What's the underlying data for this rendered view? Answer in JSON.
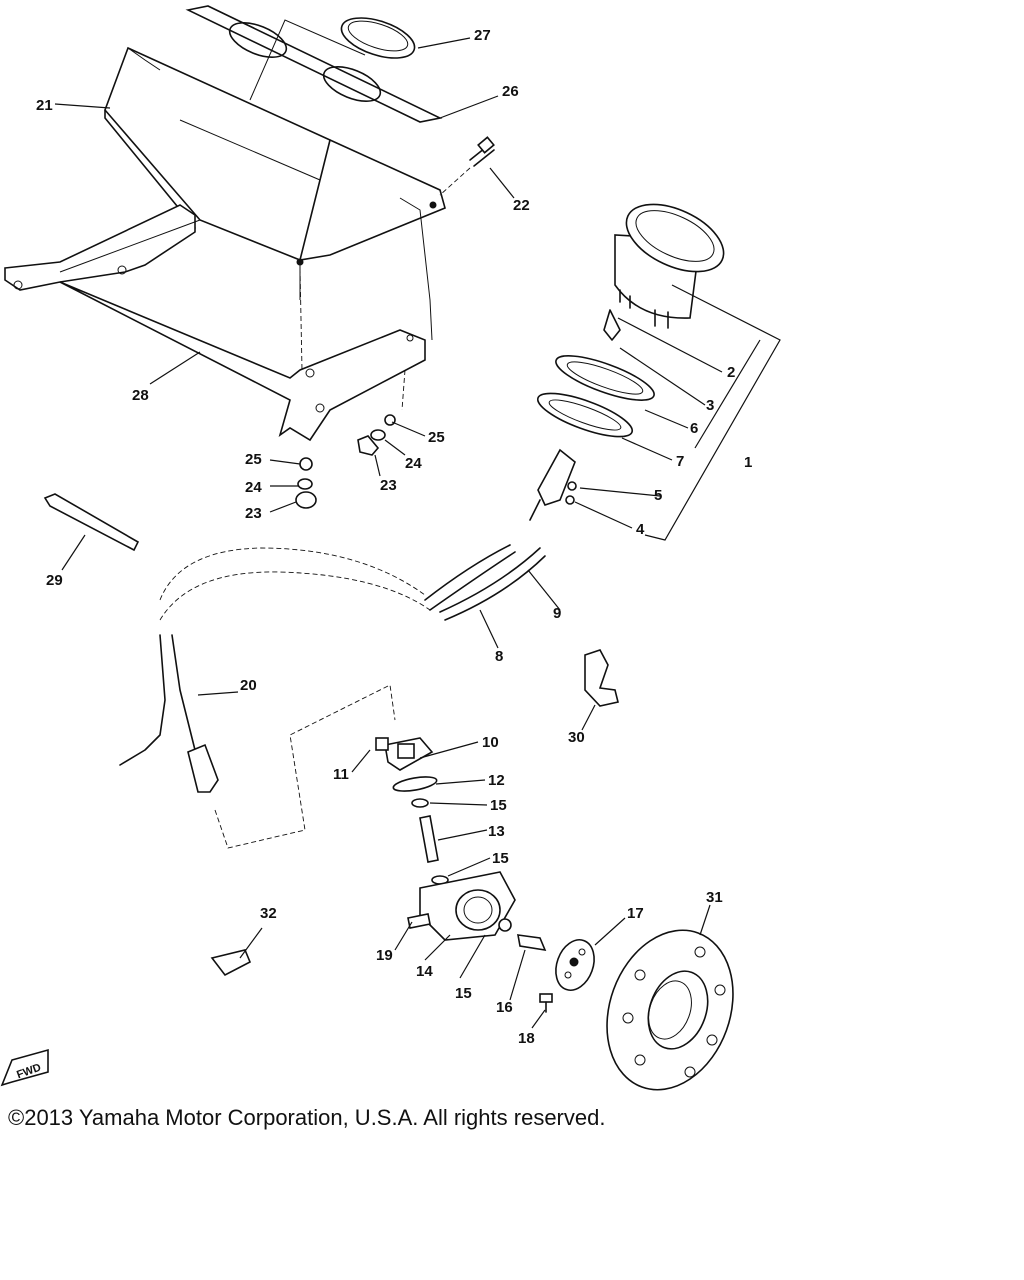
{
  "diagram": {
    "callouts": [
      {
        "id": "c1",
        "label": "1"
      },
      {
        "id": "c2",
        "label": "2"
      },
      {
        "id": "c3",
        "label": "3"
      },
      {
        "id": "c4",
        "label": "4"
      },
      {
        "id": "c5",
        "label": "5"
      },
      {
        "id": "c6",
        "label": "6"
      },
      {
        "id": "c7",
        "label": "7"
      },
      {
        "id": "c8",
        "label": "8"
      },
      {
        "id": "c9",
        "label": "9"
      },
      {
        "id": "c10",
        "label": "10"
      },
      {
        "id": "c11",
        "label": "11"
      },
      {
        "id": "c12",
        "label": "12"
      },
      {
        "id": "c13",
        "label": "13"
      },
      {
        "id": "c14",
        "label": "14"
      },
      {
        "id": "c15a",
        "label": "15"
      },
      {
        "id": "c15b",
        "label": "15"
      },
      {
        "id": "c15c",
        "label": "15"
      },
      {
        "id": "c16",
        "label": "16"
      },
      {
        "id": "c17",
        "label": "17"
      },
      {
        "id": "c18",
        "label": "18"
      },
      {
        "id": "c19",
        "label": "19"
      },
      {
        "id": "c20",
        "label": "20"
      },
      {
        "id": "c21",
        "label": "21"
      },
      {
        "id": "c22",
        "label": "22"
      },
      {
        "id": "c23a",
        "label": "23"
      },
      {
        "id": "c23b",
        "label": "23"
      },
      {
        "id": "c24a",
        "label": "24"
      },
      {
        "id": "c24b",
        "label": "24"
      },
      {
        "id": "c25a",
        "label": "25"
      },
      {
        "id": "c25b",
        "label": "25"
      },
      {
        "id": "c26",
        "label": "26"
      },
      {
        "id": "c27",
        "label": "27"
      },
      {
        "id": "c28",
        "label": "28"
      },
      {
        "id": "c29",
        "label": "29"
      },
      {
        "id": "c30",
        "label": "30"
      },
      {
        "id": "c31",
        "label": "31"
      },
      {
        "id": "c32",
        "label": "32"
      }
    ],
    "fwd_label": "FWD"
  },
  "footer": {
    "copyright": "©2013 Yamaha Motor Corporation, U.S.A. All rights reserved."
  }
}
